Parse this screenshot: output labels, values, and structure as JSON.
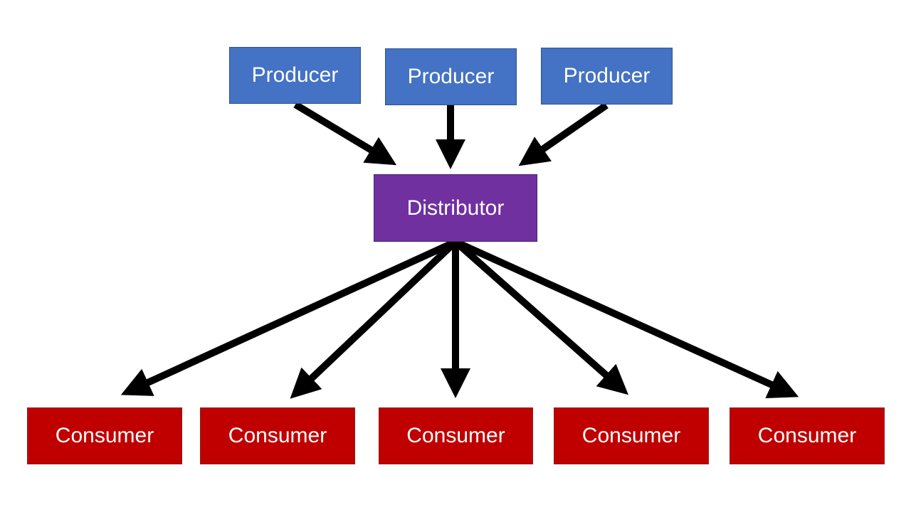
{
  "diagram": {
    "producers": [
      "Producer",
      "Producer",
      "Producer"
    ],
    "distributor": "Distributor",
    "consumers": [
      "Consumer",
      "Consumer",
      "Consumer",
      "Consumer",
      "Consumer"
    ],
    "colors": {
      "producer": "#4472c4",
      "distributor": "#7030a0",
      "consumer": "#c00000",
      "arrow": "#000000",
      "background": "#ffffff"
    }
  }
}
